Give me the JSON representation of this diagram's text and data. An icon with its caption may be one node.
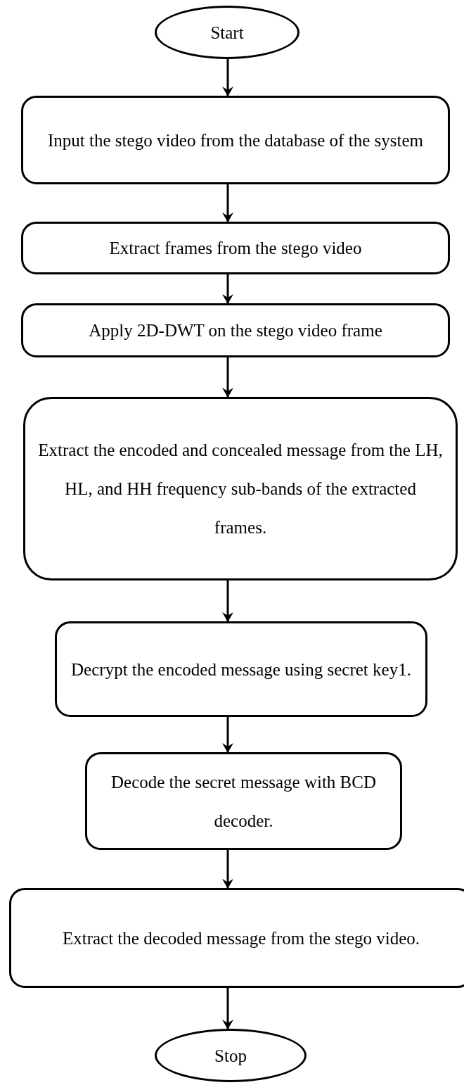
{
  "diagram": {
    "nodes": [
      {
        "text": [
          "Start"
        ]
      },
      {
        "text": [
          "Input the stego video from the database of the system"
        ]
      },
      {
        "text": [
          "Extract frames from the stego video"
        ]
      },
      {
        "text": [
          "Apply 2D-DWT on the stego video frame"
        ]
      },
      {
        "text": [
          "Extract the encoded and concealed message from the LH, HL, and HH frequency sub-bands of the extracted frames."
        ]
      },
      {
        "text": [
          "Decrypt the encoded message using secret key1."
        ]
      },
      {
        "text": [
          "Decode the secret message with BCD decoder."
        ]
      },
      {
        "text": [
          "Extract the decoded message from the stego video."
        ]
      },
      {
        "text": [
          "Stop"
        ]
      }
    ],
    "edges": [
      {
        "from": 0,
        "to": 1,
        "arrow": "to"
      },
      {
        "from": 1,
        "to": 2,
        "arrow": "to"
      },
      {
        "from": 2,
        "to": 3,
        "arrow": "to"
      },
      {
        "from": 3,
        "to": 4,
        "arrow": "to"
      },
      {
        "from": 4,
        "to": 5,
        "arrow": "to"
      },
      {
        "from": 5,
        "to": 6,
        "arrow": "to"
      },
      {
        "from": 6,
        "to": 7,
        "arrow": "to"
      },
      {
        "from": 7,
        "to": 8,
        "arrow": "to"
      }
    ]
  }
}
